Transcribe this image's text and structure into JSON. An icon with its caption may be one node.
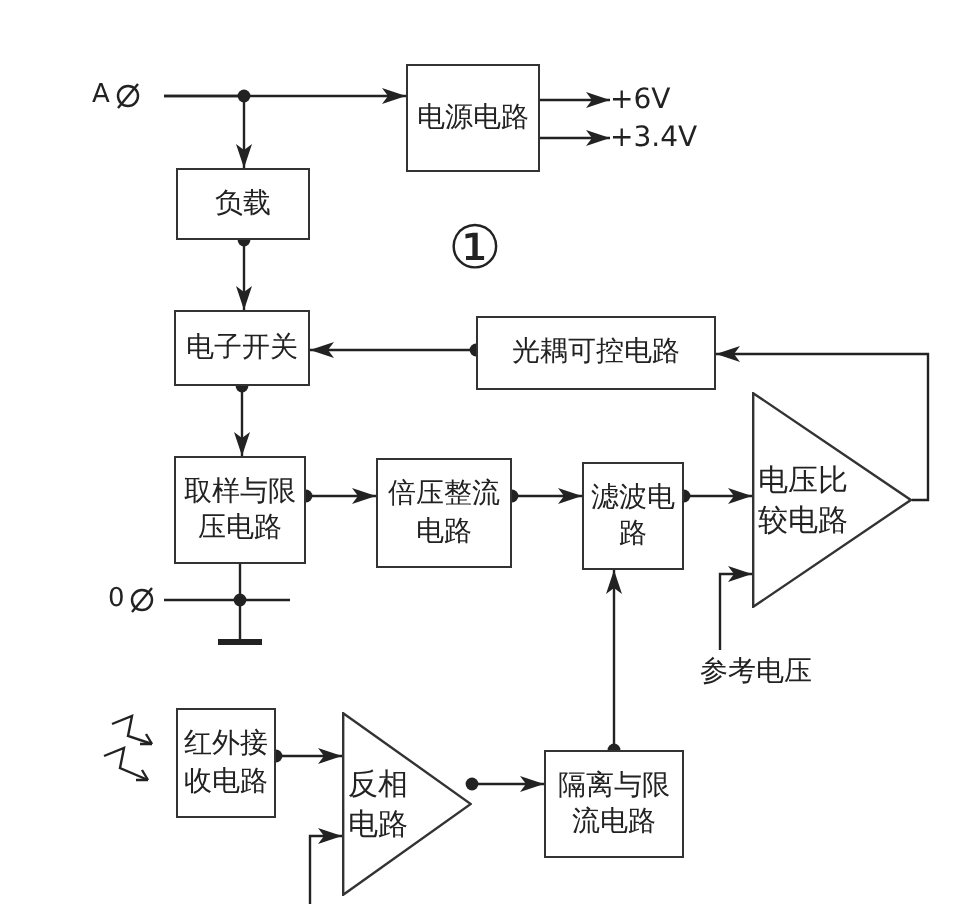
{
  "diagram": {
    "nodes": [
      {
        "text": [
          "A"
        ]
      },
      {
        "text": [
          "负载"
        ]
      },
      {
        "text": [
          "电源电路"
        ]
      },
      {
        "text": [
          "+6V"
        ]
      },
      {
        "text": [
          "+3.4V"
        ]
      },
      {
        "text": [
          "电子开关"
        ]
      },
      {
        "text": [
          "光耦可控电路"
        ]
      },
      {
        "text": [
          "取样与限压电路"
        ]
      },
      {
        "text": [
          "倍压整流电路"
        ]
      },
      {
        "text": [
          "滤波电路"
        ]
      },
      {
        "text": [
          "电压比较电路"
        ]
      },
      {
        "text": [
          "参考电压"
        ]
      },
      {
        "text": [
          "0"
        ]
      },
      {
        "text": [
          "红外接收电路"
        ]
      },
      {
        "text": [
          "反相电路"
        ]
      },
      {
        "text": [
          "隔离与限流电路"
        ]
      }
    ],
    "edges": [
      {
        "from": 0,
        "to": 2,
        "arrow": "to"
      },
      {
        "from": 0,
        "to": 1,
        "arrow": "to"
      },
      {
        "from": 2,
        "to": 3,
        "arrow": "to"
      },
      {
        "from": 2,
        "to": 4,
        "arrow": "to"
      },
      {
        "from": 1,
        "to": 5,
        "arrow": "to"
      },
      {
        "from": 6,
        "to": 5,
        "arrow": "to"
      },
      {
        "from": 5,
        "to": 7,
        "arrow": "to"
      },
      {
        "from": 7,
        "to": 8,
        "arrow": "to"
      },
      {
        "from": 8,
        "to": 9,
        "arrow": "to"
      },
      {
        "from": 9,
        "to": 10,
        "arrow": "to"
      },
      {
        "from": 10,
        "to": 6,
        "arrow": "to"
      },
      {
        "from": 11,
        "to": 10,
        "arrow": "to"
      },
      {
        "from": 12,
        "to": 7,
        "arrow": "none"
      },
      {
        "from": 13,
        "to": 14,
        "arrow": "to"
      },
      {
        "from": 14,
        "to": 15,
        "arrow": "to"
      },
      {
        "from": 15,
        "to": 9,
        "arrow": "to"
      },
      {
        "from": null,
        "to": 14,
        "arrow": "to"
      }
    ],
    "labels": [
      "①"
    ]
  }
}
